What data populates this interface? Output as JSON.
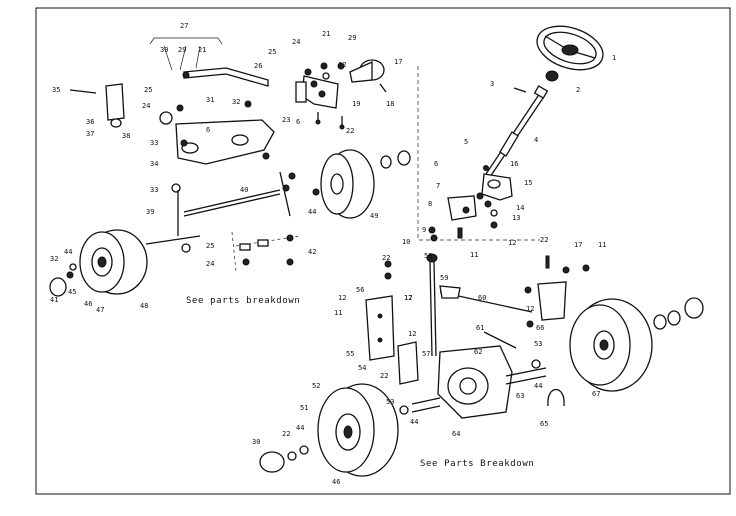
{
  "diagram": {
    "captions": {
      "breakdown_front": "See parts breakdown",
      "breakdown_rear": "See Parts Breakdown"
    },
    "callouts": [
      {
        "id": "c1",
        "text": "1"
      },
      {
        "id": "c2",
        "text": "2"
      },
      {
        "id": "c3",
        "text": "3"
      },
      {
        "id": "c4",
        "text": "4"
      },
      {
        "id": "c5",
        "text": "5"
      },
      {
        "id": "c6a",
        "text": "6"
      },
      {
        "id": "c6b",
        "text": "6"
      },
      {
        "id": "c6c",
        "text": "6"
      },
      {
        "id": "c7",
        "text": "7"
      },
      {
        "id": "c8",
        "text": "8"
      },
      {
        "id": "c9",
        "text": "9"
      },
      {
        "id": "c10",
        "text": "10"
      },
      {
        "id": "c11a",
        "text": "11"
      },
      {
        "id": "c11b",
        "text": "11"
      },
      {
        "id": "c11c",
        "text": "11"
      },
      {
        "id": "c12a",
        "text": "12"
      },
      {
        "id": "c12b",
        "text": "12"
      },
      {
        "id": "c12c",
        "text": "12"
      },
      {
        "id": "c12d",
        "text": "12"
      },
      {
        "id": "c12e",
        "text": "12"
      },
      {
        "id": "c12f",
        "text": "12"
      },
      {
        "id": "c13",
        "text": "13"
      },
      {
        "id": "c14",
        "text": "14"
      },
      {
        "id": "c15",
        "text": "15"
      },
      {
        "id": "c16",
        "text": "16"
      },
      {
        "id": "c17a",
        "text": "17"
      },
      {
        "id": "c17b",
        "text": "17"
      },
      {
        "id": "c17c",
        "text": "17"
      },
      {
        "id": "c18",
        "text": "18"
      },
      {
        "id": "c19",
        "text": "19"
      },
      {
        "id": "c21a",
        "text": "21"
      },
      {
        "id": "c21b",
        "text": "21"
      },
      {
        "id": "c22a",
        "text": "22"
      },
      {
        "id": "c22b",
        "text": "22"
      },
      {
        "id": "c22c",
        "text": "22"
      },
      {
        "id": "c22d",
        "text": "22"
      },
      {
        "id": "c22e",
        "text": "22"
      },
      {
        "id": "c23",
        "text": "23"
      },
      {
        "id": "c24a",
        "text": "24"
      },
      {
        "id": "c24b",
        "text": "24"
      },
      {
        "id": "c24c",
        "text": "24"
      },
      {
        "id": "c25a",
        "text": "25"
      },
      {
        "id": "c25b",
        "text": "25"
      },
      {
        "id": "c25c",
        "text": "25"
      },
      {
        "id": "c26",
        "text": "26"
      },
      {
        "id": "c27",
        "text": "27"
      },
      {
        "id": "c29a",
        "text": "29"
      },
      {
        "id": "c29b",
        "text": "29"
      },
      {
        "id": "c30a",
        "text": "30"
      },
      {
        "id": "c30b",
        "text": "30"
      },
      {
        "id": "c31",
        "text": "31"
      },
      {
        "id": "c32a",
        "text": "32"
      },
      {
        "id": "c32b",
        "text": "32"
      },
      {
        "id": "c33a",
        "text": "33"
      },
      {
        "id": "c33b",
        "text": "33"
      },
      {
        "id": "c34",
        "text": "34"
      },
      {
        "id": "c35",
        "text": "35"
      },
      {
        "id": "c36",
        "text": "36"
      },
      {
        "id": "c37",
        "text": "37"
      },
      {
        "id": "c38",
        "text": "38"
      },
      {
        "id": "c39",
        "text": "39"
      },
      {
        "id": "c40",
        "text": "40"
      },
      {
        "id": "c41",
        "text": "41"
      },
      {
        "id": "c42",
        "text": "42"
      },
      {
        "id": "c44a",
        "text": "44"
      },
      {
        "id": "c44b",
        "text": "44"
      },
      {
        "id": "c44c",
        "text": "44"
      },
      {
        "id": "c44d",
        "text": "44"
      },
      {
        "id": "c44e",
        "text": "44"
      },
      {
        "id": "c45",
        "text": "45"
      },
      {
        "id": "c46a",
        "text": "46"
      },
      {
        "id": "c46b",
        "text": "46"
      },
      {
        "id": "c47",
        "text": "47"
      },
      {
        "id": "c48",
        "text": "48"
      },
      {
        "id": "c49",
        "text": "49"
      },
      {
        "id": "c51",
        "text": "51"
      },
      {
        "id": "c52",
        "text": "52"
      },
      {
        "id": "c53a",
        "text": "53"
      },
      {
        "id": "c53b",
        "text": "53"
      },
      {
        "id": "c54",
        "text": "54"
      },
      {
        "id": "c55",
        "text": "55"
      },
      {
        "id": "c56",
        "text": "56"
      },
      {
        "id": "c57",
        "text": "57"
      },
      {
        "id": "c58",
        "text": "58"
      },
      {
        "id": "c59",
        "text": "59"
      },
      {
        "id": "c60",
        "text": "60"
      },
      {
        "id": "c61",
        "text": "61"
      },
      {
        "id": "c62",
        "text": "62"
      },
      {
        "id": "c63",
        "text": "63"
      },
      {
        "id": "c64",
        "text": "64"
      },
      {
        "id": "c65",
        "text": "65"
      },
      {
        "id": "c66",
        "text": "66"
      },
      {
        "id": "c67",
        "text": "67"
      }
    ]
  }
}
